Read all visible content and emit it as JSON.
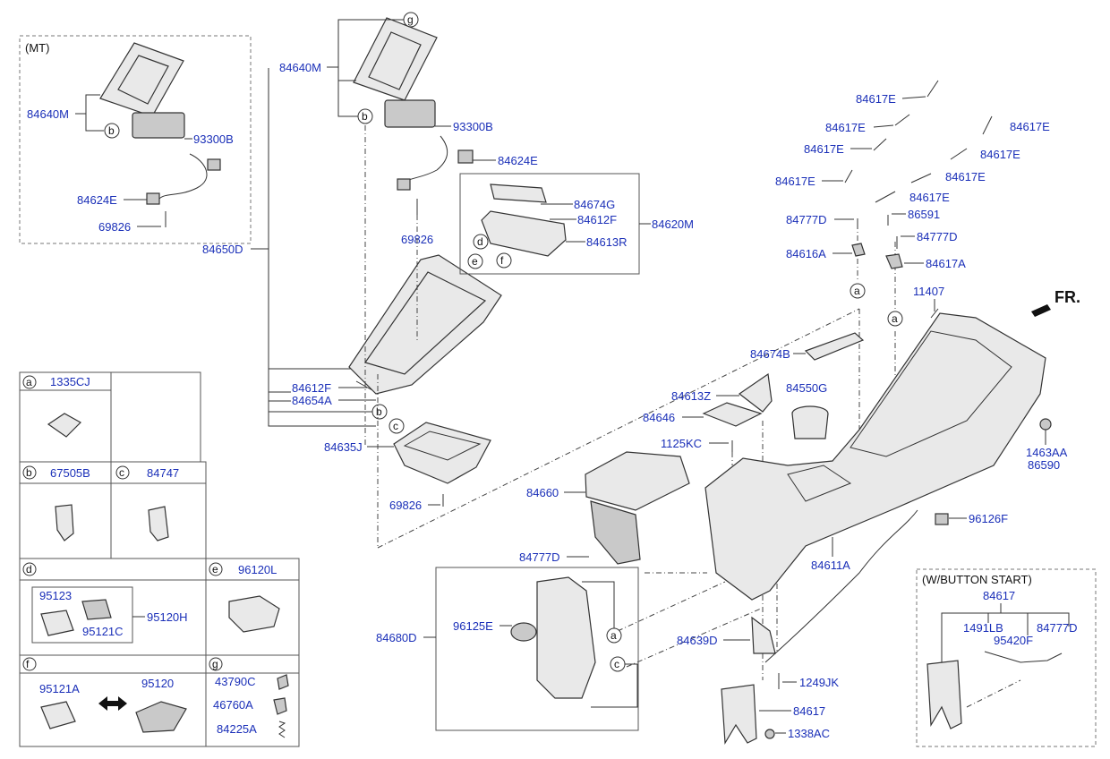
{
  "labels": {
    "mt_title": "(MT)",
    "wbs_title": "(W/BUTTON START)",
    "fr": "FR.",
    "p84640M_a": "84640M",
    "p93300B_a": "93300B",
    "p84624E_a": "84624E",
    "p69826_a": "69826",
    "p84640M_b": "84640M",
    "p93300B_b": "93300B",
    "p84624E_b": "84624E",
    "p69826_b": "69826",
    "p84650D": "84650D",
    "p84674G": "84674G",
    "p84612F_a": "84612F",
    "p84620M": "84620M",
    "p84613R": "84613R",
    "p84612F_b": "84612F",
    "p84654A": "84654A",
    "p84635J": "84635J",
    "p69826_c": "69826",
    "p84660": "84660",
    "p84777D_a": "84777D",
    "p84680D": "84680D",
    "p96125E": "96125E",
    "p84639D": "84639D",
    "p1249JK": "1249JK",
    "p84617_a": "84617",
    "p1338AC": "1338AC",
    "p84611A": "84611A",
    "p96126F": "96126F",
    "p84613Z": "84613Z",
    "p84646": "84646",
    "p84550G": "84550G",
    "p84674B": "84674B",
    "p1125KC": "1125KC",
    "p1463AA": "1463AA",
    "p86590": "86590",
    "p11407": "11407",
    "p84617E_1": "84617E",
    "p84617E_2": "84617E",
    "p84617E_3": "84617E",
    "p84617E_4": "84617E",
    "p84617E_5": "84617E",
    "p84617E_6": "84617E",
    "p84617E_7": "84617E",
    "p84617E_8": "84617E",
    "p84777D_b": "84777D",
    "p86591": "86591",
    "p84777D_c": "84777D",
    "p84616A": "84616A",
    "p84617A": "84617A",
    "p84617_b": "84617",
    "p1491LB": "1491LB",
    "p95420F": "95420F",
    "p84777D_d": "84777D",
    "t_a": "1335CJ",
    "t_b": "67505B",
    "t_c": "84747",
    "t_e": "96120L",
    "p95123": "95123",
    "p95120H": "95120H",
    "p95121C": "95121C",
    "p95121A": "95121A",
    "p95120": "95120",
    "p43790C": "43790C",
    "p46760A": "46760A",
    "p84225A": "84225A"
  },
  "callouts": {
    "a": "a",
    "b": "b",
    "c": "c",
    "d": "d",
    "e": "e",
    "f": "f",
    "g": "g"
  },
  "colors": {
    "part_number": "#1a2fb8",
    "line": "#333333",
    "part_fill": "#e9e9e9"
  }
}
